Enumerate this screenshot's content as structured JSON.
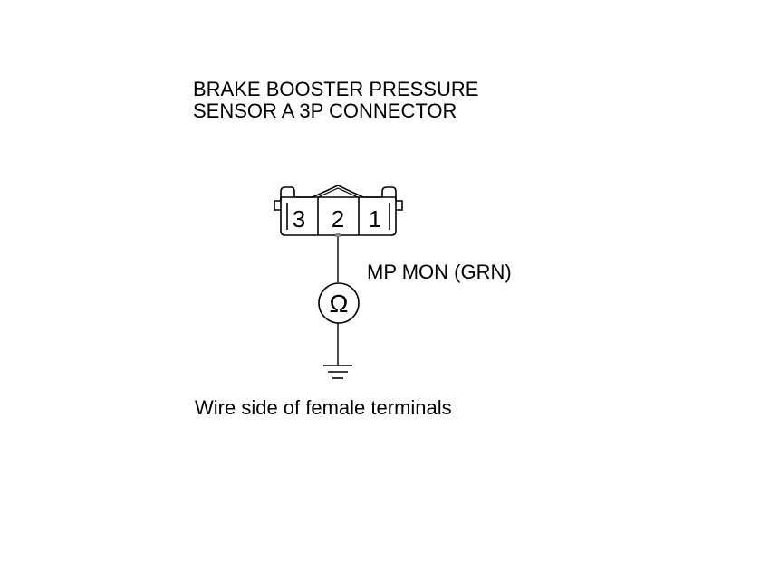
{
  "title": {
    "line1": "BRAKE BOOSTER PRESSURE",
    "line2": "SENSOR A 3P CONNECTOR"
  },
  "connector": {
    "pins": [
      "3",
      "2",
      "1"
    ],
    "probed_pin": "2"
  },
  "wire_label": "MP MON (GRN)",
  "meter_symbol": "Ω",
  "ground_icon": "ground-icon",
  "caption": "Wire side of female terminals",
  "colors": {
    "line": "#000000",
    "background": "#ffffff"
  }
}
